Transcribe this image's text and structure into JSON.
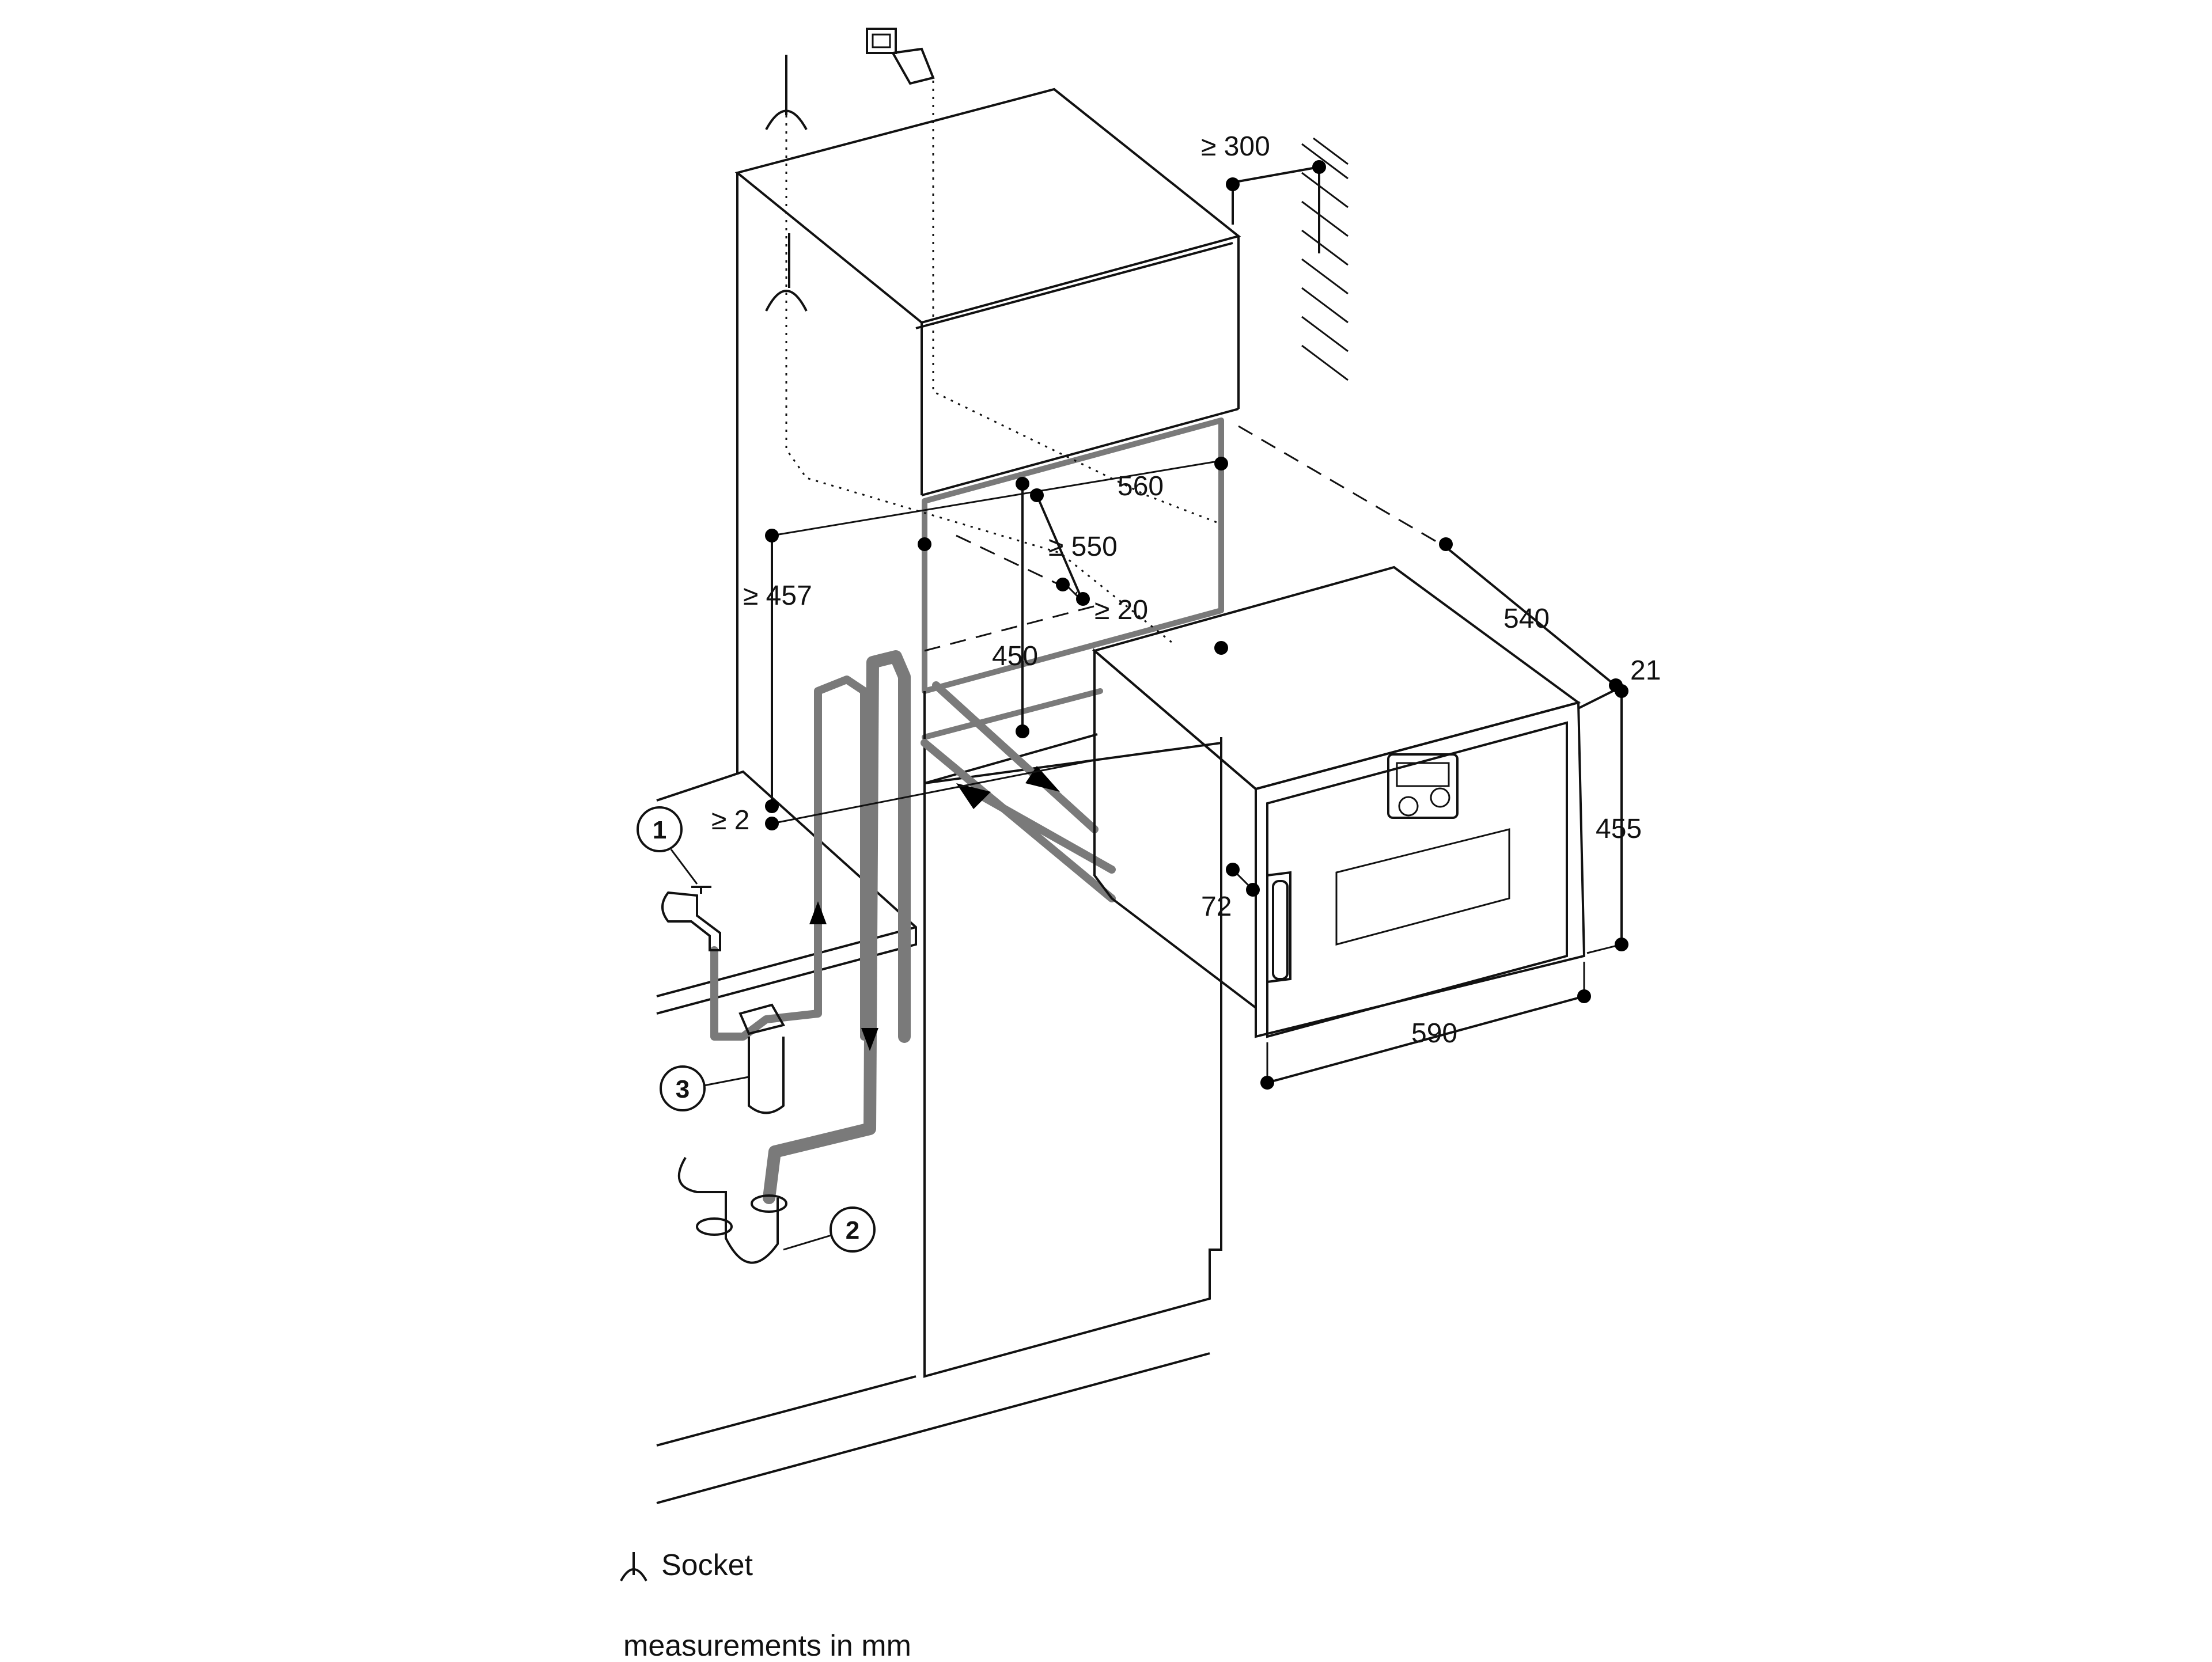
{
  "diagram": {
    "dimensions": {
      "d300": "≥ 300",
      "d560": "560",
      "d550": "≥ 550",
      "d457": "≥ 457",
      "d20": "≥ 20",
      "d450": "450",
      "d540": "540",
      "d21": "21",
      "d2": "≥ 2",
      "d455": "455",
      "d72": "72",
      "d590": "590"
    },
    "callouts": {
      "c1": "1",
      "c2": "2",
      "c3": "3"
    },
    "icons": [
      "socket-icon",
      "network-socket-icon",
      "water-tap-icon",
      "siphon-drain-icon",
      "water-filter-icon",
      "flow-arrow-icon"
    ]
  },
  "legend": {
    "socket_label": "Socket",
    "units_note": "measurements in mm"
  }
}
